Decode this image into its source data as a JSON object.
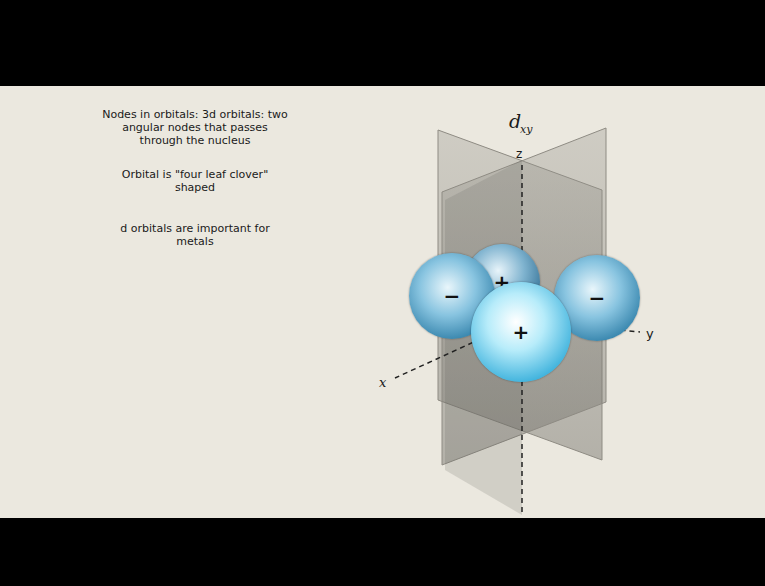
{
  "diagram": {
    "nodes": [
      {
        "text": [
          "+"
        ]
      },
      {
        "text": [
          "−"
        ]
      },
      {
        "text": [
          "−"
        ]
      },
      {
        "text": [
          "+"
        ]
      }
    ],
    "labels": [
      "Nodes in orbitals: 3d orbitals: two angular nodes that passes through the nucleus",
      "Orbital is \"four leaf clover\" shaped",
      "d orbitals are important for metals",
      "d",
      "xy",
      "z",
      "x",
      "y"
    ]
  }
}
